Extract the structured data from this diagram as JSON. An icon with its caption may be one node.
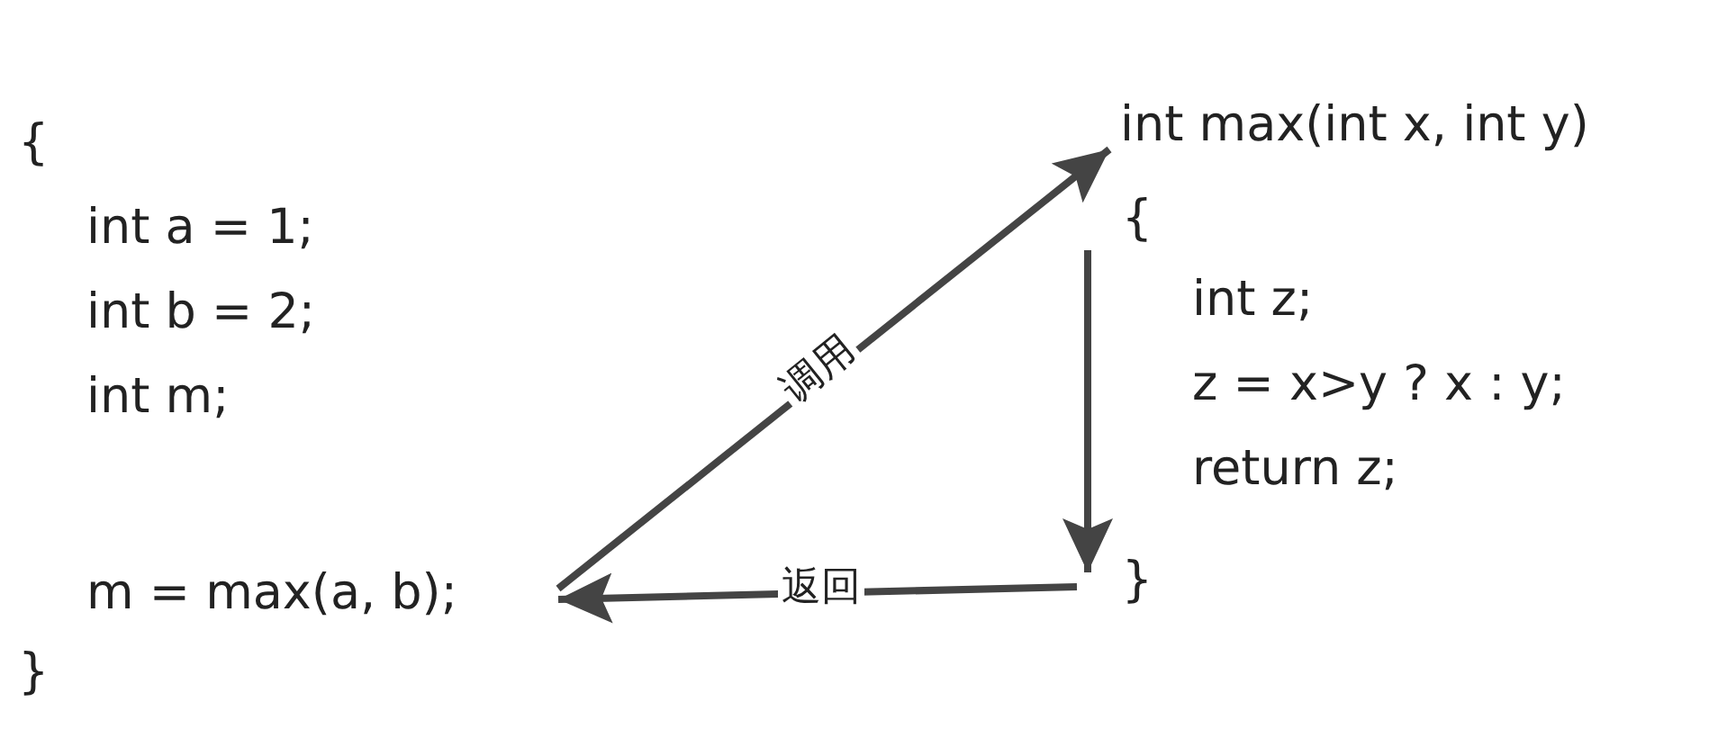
{
  "diagram": {
    "nodes": [
      {
        "text": [
          "m = max(a, b);"
        ]
      },
      {
        "text": [
          "int max(int x, int y)"
        ]
      },
      {
        "text": [
          "{"
        ]
      },
      {
        "text": [
          "}"
        ]
      }
    ],
    "edges": [
      {
        "from": 0,
        "to": 1,
        "arrow": "to",
        "label": "调用"
      },
      {
        "from": 2,
        "to": 3,
        "arrow": "to"
      },
      {
        "from": 3,
        "to": 0,
        "arrow": "to",
        "label": "返回"
      }
    ],
    "labels": [
      "{",
      "int a = 1;",
      "int b = 2;",
      "int m;",
      "}",
      "int z;",
      "z = x>y ? x : y;",
      "return z;"
    ]
  }
}
